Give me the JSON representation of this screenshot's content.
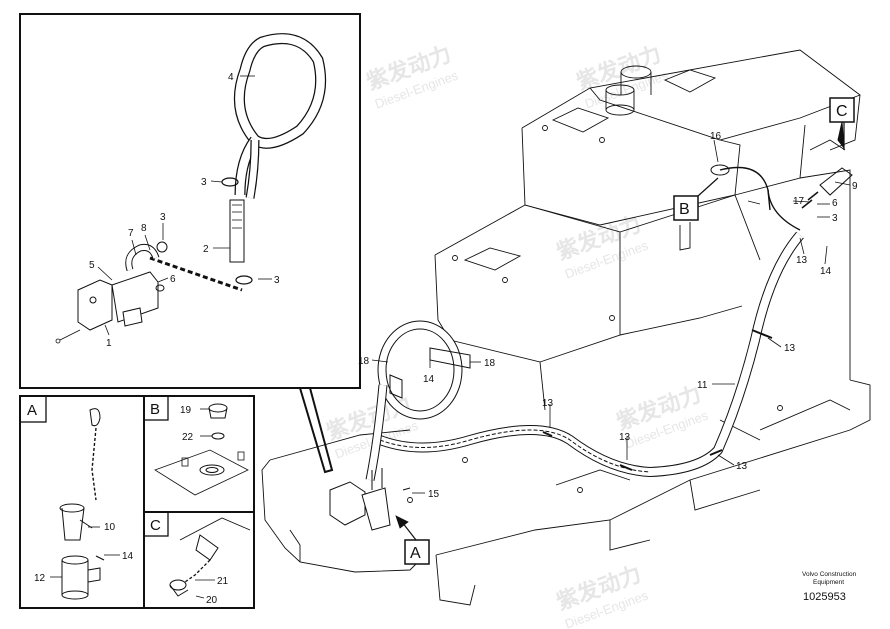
{
  "watermark": {
    "cn": "紫发动力",
    "en": "Diesel-Engines"
  },
  "detail_letters": {
    "a": "A",
    "b": "B",
    "c": "C"
  },
  "labels": {
    "n1": "1",
    "n2": "2",
    "n3": "3",
    "n4": "4",
    "n5": "5",
    "n6": "6",
    "n7": "7",
    "n8": "8",
    "n9": "9",
    "n10": "10",
    "n11": "11",
    "n12": "12",
    "n13": "13",
    "n14": "14",
    "n15": "15",
    "n16": "16",
    "n17": "17",
    "n18": "18",
    "n19": "19",
    "n20": "20",
    "n21": "21",
    "n22": "22"
  },
  "footer": {
    "company_line1": "Volvo Construction",
    "company_line2": "Equipment",
    "doc_number": "1025953"
  },
  "colors": {
    "line": "#111111",
    "watermark": "#e6e6e6"
  }
}
